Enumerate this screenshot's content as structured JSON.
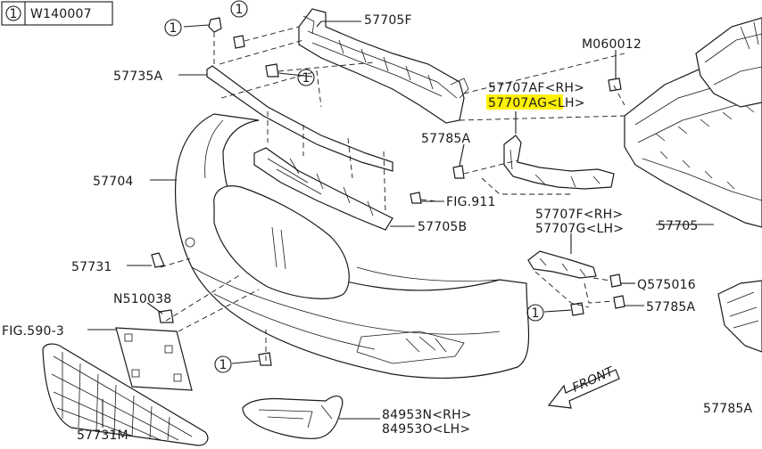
{
  "legend": {
    "circle_number": "1",
    "code": "W140007"
  },
  "callout": "1",
  "labels": {
    "l57705F": "57705F",
    "l57735A": "57735A",
    "lM060012": "M060012",
    "l57707AF": "57707AF<RH>",
    "l57707AG": "57707AG<LH>",
    "l57785A_top": "57785A",
    "l57704": "57704",
    "lFIG911": "FIG.911",
    "l57705B": "57705B",
    "l57707F": "57707F<RH>",
    "l57707G": "57707G<LH>",
    "l57705": "57705",
    "l57731": "57731",
    "lN510038": "N510038",
    "lFIG590": "FIG.590-3",
    "lQ575016": "Q575016",
    "l57785A_mid": "57785A",
    "l57731M": "57731M",
    "l84953N": "84953N<RH>",
    "l84953O": "84953O<LH>",
    "lFRONT": "FRONT",
    "l57785A_br": "57785A"
  },
  "highlight_color": "#fff200",
  "line_color": "#1a1a1a"
}
